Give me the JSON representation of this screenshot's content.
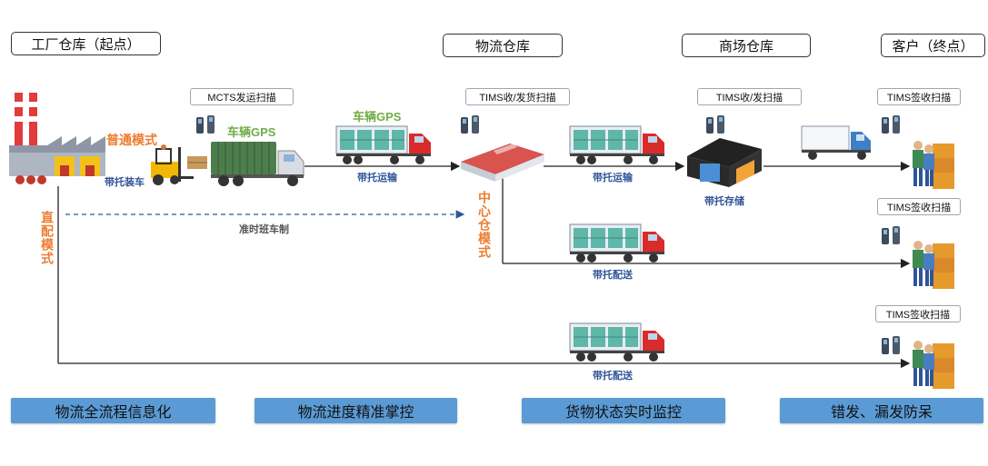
{
  "stages": {
    "factory": "工厂仓库（起点）",
    "logistics": "物流仓库",
    "mall": "商场仓库",
    "customer": "客户（终点）"
  },
  "callouts": {
    "mcts": "MCTS发运扫描",
    "tims_logistics": "TIMS收/发货扫描",
    "tims_mall": "TIMS收/发扫描",
    "tims_sign_1": "TIMS签收扫描",
    "tims_sign_2": "TIMS签收扫描",
    "tims_sign_3": "TIMS签收扫描"
  },
  "labels": {
    "normal_mode": "普通模式",
    "pallet_loading": "带托装车",
    "gps_1": "车辆GPS",
    "gps_2": "车辆GPS",
    "pallet_transport_1": "带托运输",
    "pallet_transport_2": "带托运输",
    "pallet_storage": "带托存储",
    "scheduled_shuttle": "准时班车制",
    "direct_mode": "直配模式",
    "central_mode": "中心仓模式",
    "pallet_delivery_1": "带托配送",
    "pallet_delivery_2": "带托配送"
  },
  "banners": [
    "物流全流程信息化",
    "物流进度精准掌控",
    "货物状态实时监控",
    "错发、漏发防呆"
  ]
}
